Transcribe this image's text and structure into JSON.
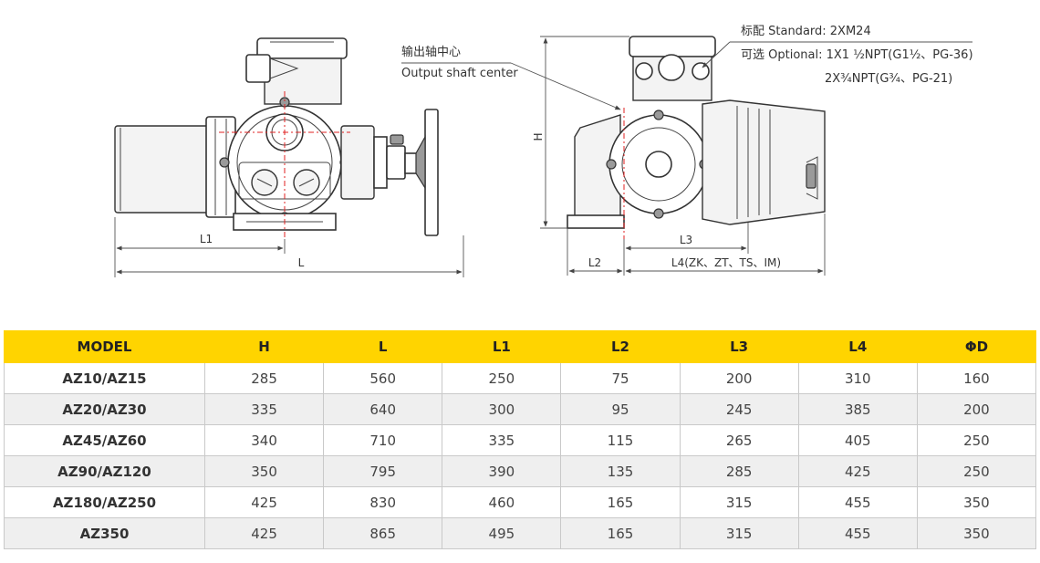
{
  "drawing": {
    "output_shaft_cn": "输出轴中心",
    "output_shaft_en": "Output shaft center",
    "standard_line": "标配 Standard: 2XM24",
    "optional_line1": "可选 Optional: 1X1 ½NPT(G1½、PG-36)",
    "optional_line2": "2X¾NPT(G¾、PG-21)",
    "dim_h": "H",
    "dim_l1": "L1",
    "dim_l": "L",
    "dim_l2": "L2",
    "dim_l3": "L3",
    "dim_l4": "L4(ZK、ZT、TS、IM)"
  },
  "table": {
    "headers": [
      "MODEL",
      "H",
      "L",
      "L1",
      "L2",
      "L3",
      "L4",
      "ΦD"
    ],
    "rows": [
      [
        "AZ10/AZ15",
        "285",
        "560",
        "250",
        "75",
        "200",
        "310",
        "160"
      ],
      [
        "AZ20/AZ30",
        "335",
        "640",
        "300",
        "95",
        "245",
        "385",
        "200"
      ],
      [
        "AZ45/AZ60",
        "340",
        "710",
        "335",
        "115",
        "265",
        "405",
        "250"
      ],
      [
        "AZ90/AZ120",
        "350",
        "795",
        "390",
        "135",
        "285",
        "425",
        "250"
      ],
      [
        "AZ180/AZ250",
        "425",
        "830",
        "460",
        "165",
        "315",
        "455",
        "350"
      ],
      [
        "AZ350",
        "425",
        "865",
        "495",
        "165",
        "315",
        "455",
        "350"
      ]
    ]
  },
  "colors": {
    "header_bg": "#ffd400",
    "center_line": "#e02020",
    "row_alt": "#efefef"
  }
}
